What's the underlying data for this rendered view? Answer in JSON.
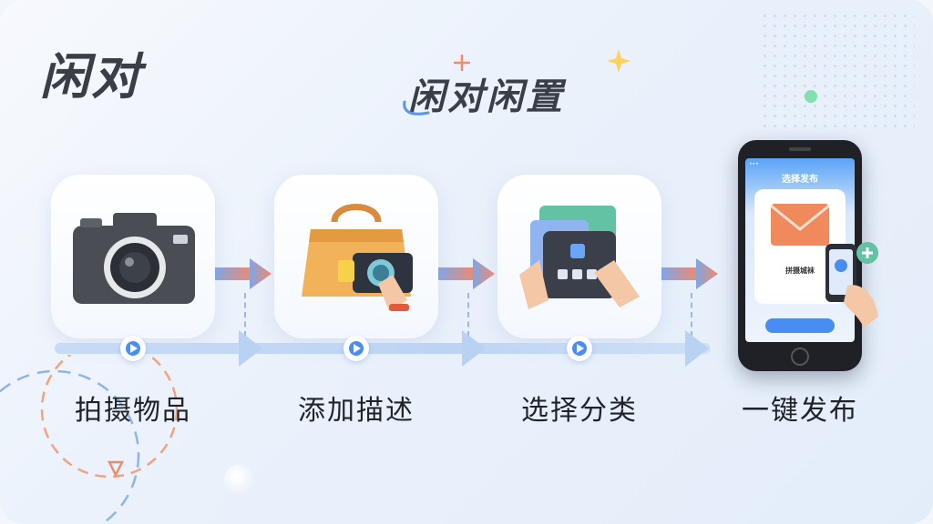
{
  "brand": {
    "name": "闲对"
  },
  "slogan": "闲对闲置",
  "colors": {
    "accent": "#4a8df0",
    "arrow_gradient_start": "#7fa6e6",
    "arrow_gradient_end": "#f08a6d",
    "text": "#1f2329"
  },
  "steps": [
    {
      "label": "拍摄物品",
      "icon": "camera-icon"
    },
    {
      "label": "添加描述",
      "icon": "shopping-bag-photo-icon"
    },
    {
      "label": "选择分类",
      "icon": "category-cards-icon"
    },
    {
      "label": "一键发布",
      "icon": "phone-publish-icon"
    }
  ],
  "phone": {
    "screen_title": "选择发布",
    "card_text": "拼摄城袜"
  }
}
